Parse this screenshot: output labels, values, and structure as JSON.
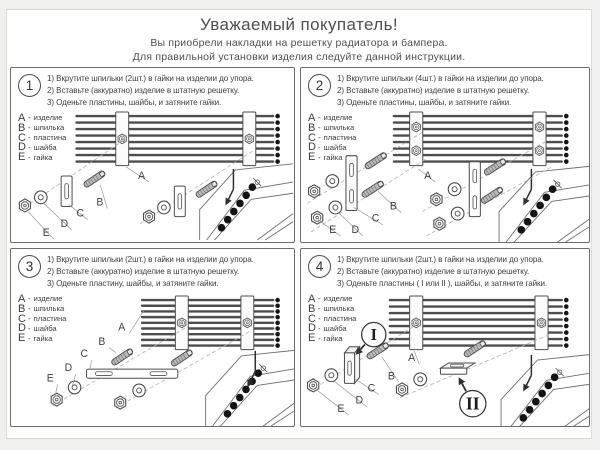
{
  "page": {
    "background": "#f0f0ee",
    "line_color": "#4d4d4d",
    "title": "Уважаемый покупатель!",
    "subtitle1": "Вы приобрели накладки на решетку радиатора и бампера.",
    "subtitle2": "Для правильной установки изделия следуйте данной инструкции."
  },
  "legend": {
    "sep": "-",
    "items": [
      {
        "key": "A",
        "name": "изделие"
      },
      {
        "key": "B",
        "name": "шпилька"
      },
      {
        "key": "C",
        "name": "пластина"
      },
      {
        "key": "D",
        "name": "шайба"
      },
      {
        "key": "E",
        "name": "гайка"
      }
    ]
  },
  "drawing_labels": {
    "A": "A",
    "B": "B",
    "C": "C",
    "D": "D",
    "E": "E",
    "I": "I",
    "II": "II"
  },
  "panels": [
    {
      "number": "1",
      "steps": [
        "1) Вкрутите шпильки (2шт.) в гайки на изделии до упора.",
        "2) Вставьте (аккуратно) изделие в штатную решетку.",
        "3) Оденьте пластины, шайбы, и затяните гайки."
      ]
    },
    {
      "number": "2",
      "steps": [
        "1) Вкрутите шпильки (4шт.) в гайки на изделии до упора.",
        "2) Вставьте (аккуратно) изделие в штатную решетку.",
        "3) Оденьте пластины, шайбы, и затяните гайки."
      ]
    },
    {
      "number": "3",
      "steps": [
        "1) Вкрутите шпильки (2шт.) в гайки на изделии до упора.",
        "2) Вставьте (аккуратно) изделие в штатную решетку.",
        "3) Оденьте пластину, шайбы, и затяните гайки."
      ]
    },
    {
      "number": "4",
      "steps": [
        "1) Вкрутите шпильки (2шт.) в гайки на изделии до упора.",
        "2) Вставьте (аккуратно) изделие в штатную решетку.",
        "3) Оденьте пластины ( I или II ), шайбы, и затяните гайки."
      ]
    }
  ]
}
